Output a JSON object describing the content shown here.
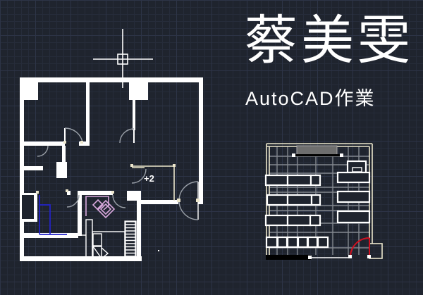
{
  "title_block": {
    "name": "蔡美雯",
    "subtitle": "AutoCAD作業"
  },
  "main_plan": {
    "room_label": "+2"
  },
  "colors": {
    "background": "#1f242e",
    "grid_minor": "#262c3a",
    "grid_major": "#2d3447",
    "wall_white": "#ffffff",
    "wall_cream": "#ece6cc",
    "door_arc_gray": "#9aa0a8",
    "stairs_blue": "#2323cb",
    "furniture_pink": "#d8a8dc",
    "door_red": "#d01020",
    "plan_grid_gray": "#83888f",
    "fill_gray": "#6e6e6e",
    "text_white": "#ffffff"
  },
  "cursor": {
    "type": "crosshair-with-pickbox"
  }
}
